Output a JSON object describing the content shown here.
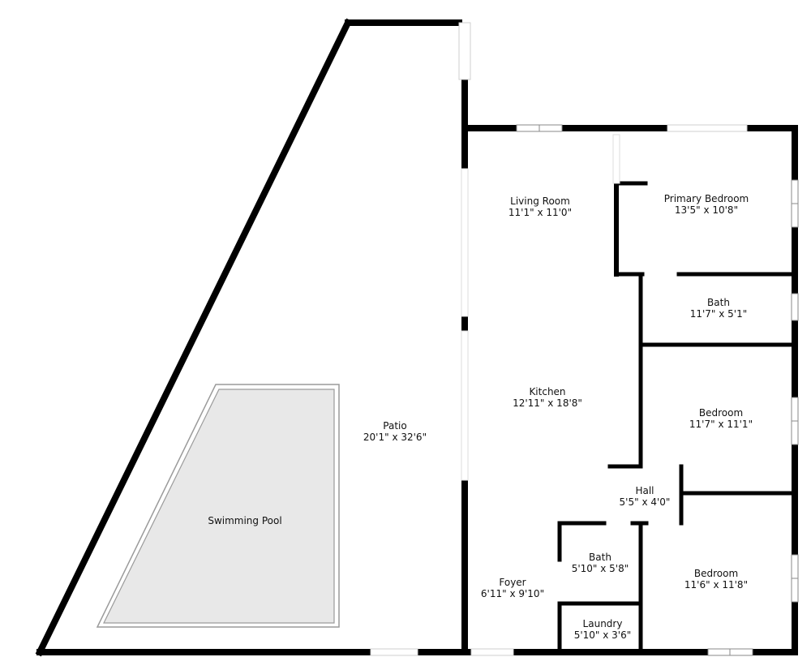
{
  "floorplan": {
    "colors": {
      "wall": "#000000",
      "pool_fill": "#e8e8e8",
      "pool_edge": "#9a9a9a",
      "window_edge": "#8a8a8a",
      "background": "#ffffff"
    },
    "rooms": {
      "patio": {
        "name": "Patio",
        "dims": "20'1\" x 32'6\""
      },
      "pool": {
        "name": "Swimming Pool"
      },
      "living_room": {
        "name": "Living Room",
        "dims": "11'1\" x 11'0\""
      },
      "primary_bedroom": {
        "name": "Primary Bedroom",
        "dims": "13'5\" x 10'8\""
      },
      "bath_upper": {
        "name": "Bath",
        "dims": "11'7\" x 5'1\""
      },
      "kitchen": {
        "name": "Kitchen",
        "dims": "12'11\" x 18'8\""
      },
      "bedroom_mid": {
        "name": "Bedroom",
        "dims": "11'7\" x 11'1\""
      },
      "hall": {
        "name": "Hall",
        "dims": "5'5\" x 4'0\""
      },
      "bath_lower": {
        "name": "Bath",
        "dims": "5'10\" x 5'8\""
      },
      "foyer": {
        "name": "Foyer",
        "dims": "6'11\" x 9'10\""
      },
      "bedroom_lower": {
        "name": "Bedroom",
        "dims": "11'6\" x 11'8\""
      },
      "laundry": {
        "name": "Laundry",
        "dims": "5'10\" x 3'6\""
      }
    }
  }
}
